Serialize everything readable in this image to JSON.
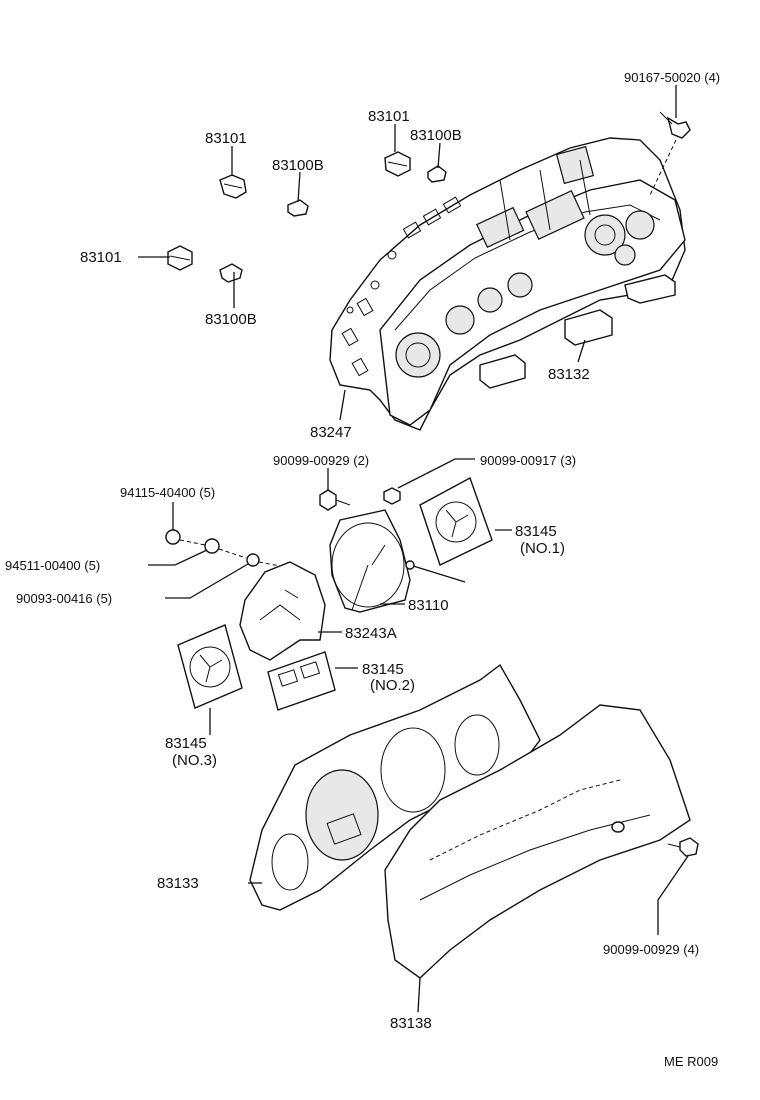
{
  "diagram": {
    "labels": {
      "screw_top_right": "90167-50020 (4)",
      "socket_a": "83101",
      "bulb_a": "83100B",
      "socket_b": "83101",
      "bulb_b": "83100B",
      "socket_c": "83101",
      "bulb_c": "83100B",
      "circuit_plate": "83247",
      "bracket": "83132",
      "screw_929_2": "90099-00929 (2)",
      "screw_917_3": "90099-00917 (3)",
      "screw_94115": "94115-40400 (5)",
      "nut_94511": "94511-00400 (5)",
      "washer_90093": "90093-00416 (5)",
      "gasket_no1_num": "83145",
      "gasket_no1_sub": "(NO.1)",
      "speedometer": "83110",
      "dial_plate": "83243A",
      "gasket_no2_num": "83145",
      "gasket_no2_sub": "(NO.2)",
      "gasket_no3_num": "83145",
      "gasket_no3_sub": "(NO.3)",
      "housing": "83133",
      "lens_glass": "83138",
      "screw_929_4": "90099-00929 (4)",
      "figure_code": "ME  R009"
    }
  }
}
